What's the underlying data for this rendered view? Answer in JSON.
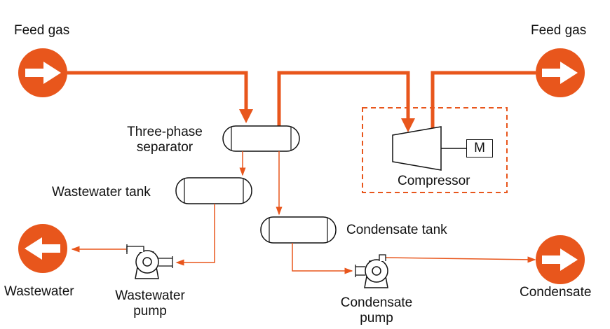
{
  "labels": {
    "feed_gas_in": "Feed gas",
    "feed_gas_out": "Feed gas",
    "three_phase_separator": "Three-phase\nseparator",
    "wastewater_tank": "Wastewater tank",
    "condensate_tank": "Condensate tank",
    "compressor": "Compressor",
    "motor": "M",
    "wastewater": "Wastewater",
    "wastewater_pump": "Wastewater\npump",
    "condensate_pump": "Condensate\npump",
    "condensate": "Condensate"
  },
  "colors": {
    "process_line": "#e8561c",
    "equipment_outline": "#111111",
    "stream_badge": "#e8561c"
  },
  "icons": {
    "stream_in_left": "arrow-right-icon",
    "stream_out_right": "arrow-right-icon",
    "wastewater_out": "arrow-left-icon",
    "condensate_out": "arrow-right-icon"
  }
}
